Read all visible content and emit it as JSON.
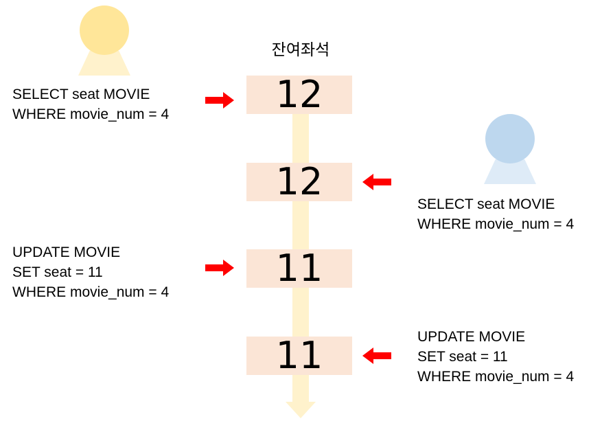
{
  "colors": {
    "timeline": "#fff2cc",
    "seat_box": "#fbe5d6",
    "arrow": "#ff0000",
    "user_a_head": "#ffe699",
    "user_a_body": "#fff2cc",
    "user_b_head": "#bdd7ee",
    "user_b_body": "#deebf7"
  },
  "timeline": {
    "title": "잔여좌석"
  },
  "seats": [
    "12",
    "12",
    "11",
    "11"
  ],
  "user_a": {
    "icon": "person-icon",
    "query_1": [
      "SELECT seat MOVIE",
      "WHERE movie_num = 4"
    ],
    "query_2": [
      "UPDATE MOVIE",
      "SET seat = 11",
      "WHERE movie_num = 4"
    ]
  },
  "user_b": {
    "icon": "person-icon",
    "query_1": [
      "SELECT seat MOVIE",
      "WHERE movie_num = 4"
    ],
    "query_2": [
      "UPDATE MOVIE",
      "SET seat = 11",
      "WHERE movie_num = 4"
    ]
  }
}
